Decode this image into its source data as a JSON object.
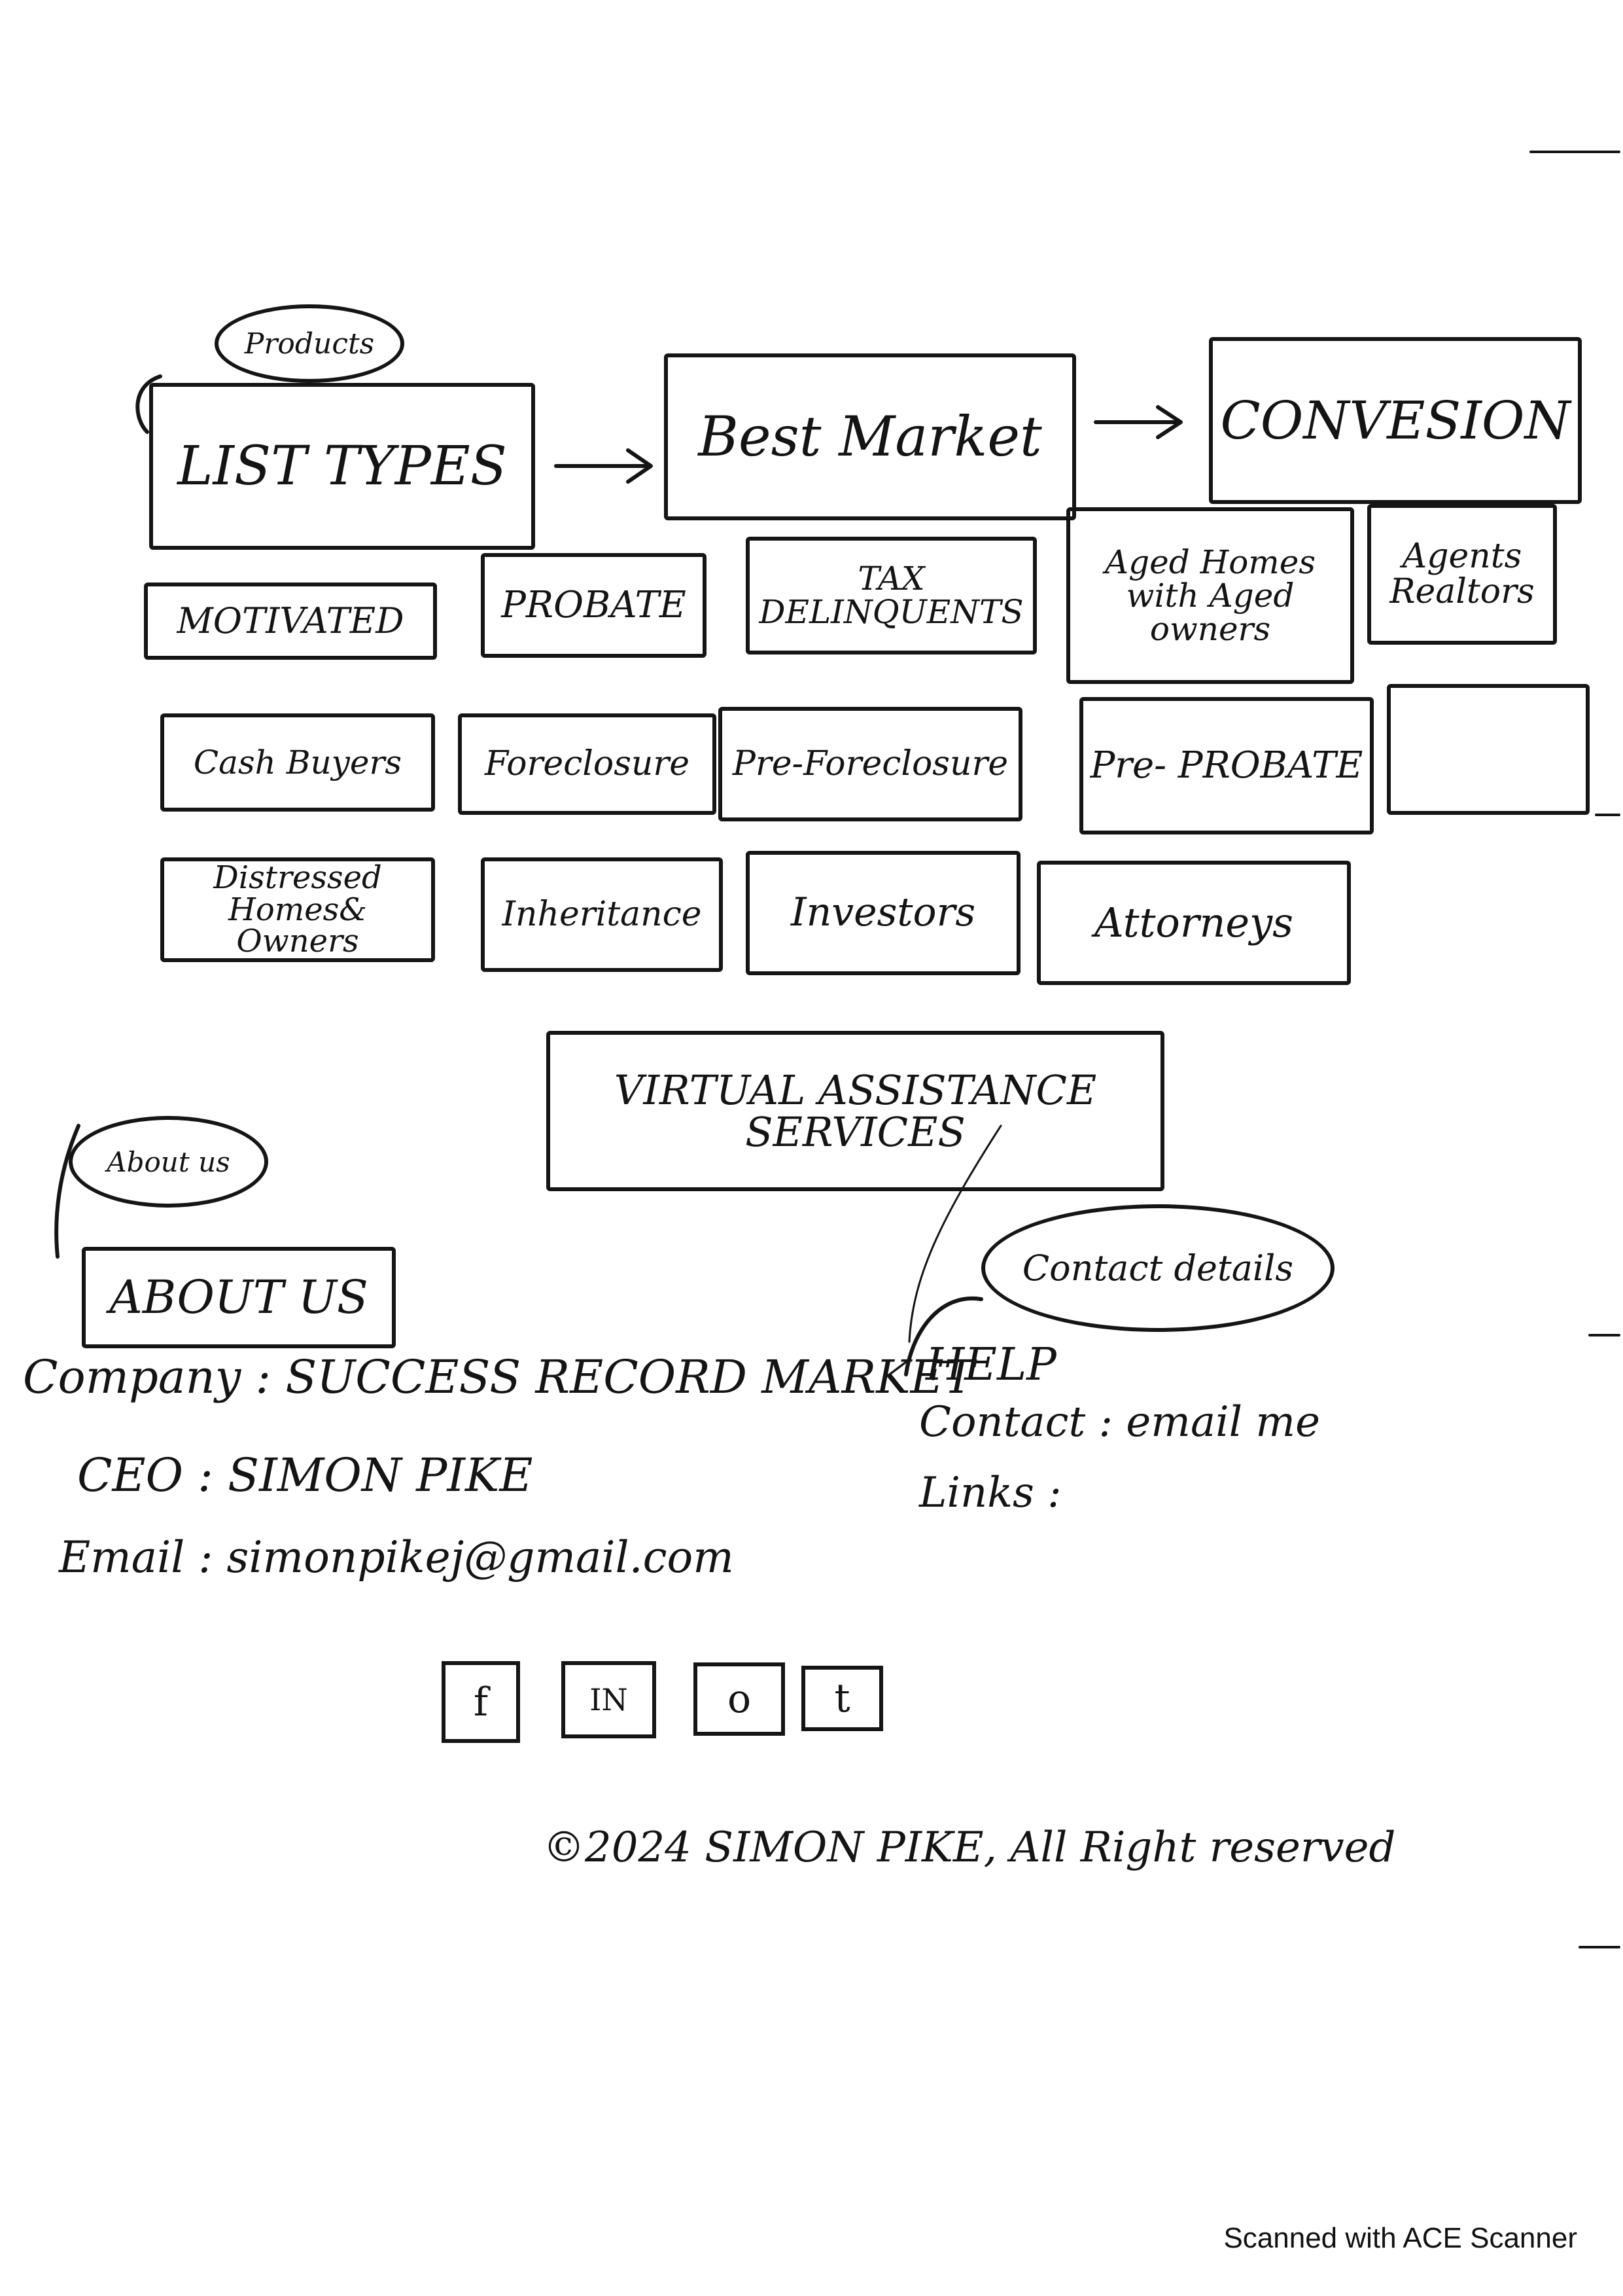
{
  "products_label": "Products",
  "flow": {
    "list_types": "LIST TYPES",
    "best_market": "Best Market",
    "conversion": "CONVESION"
  },
  "list_types": [
    "MOTIVATED",
    "PROBATE",
    "TAX DELINQUENTS",
    "Aged Homes with Aged owners",
    "Agents Realtors",
    "Cash Buyers",
    "Foreclosure",
    "Pre-Foreclosure",
    "Pre- PROBATE",
    "",
    "Distressed Homes& Owners",
    "Inheritance",
    "Investors",
    "Attorneys"
  ],
  "virtual_assistance": "VIRTUAL ASSISTANCE SERVICES",
  "about": {
    "tag": "About us",
    "heading": "ABOUT US",
    "company": "Company : SUCCESS RECORD MARKET",
    "ceo": "CEO : SIMON PIKE",
    "email": "Email : simonpikej@gmail.com"
  },
  "contact": {
    "tag": "Contact details",
    "help": "HELP",
    "contact_line": "Contact : email me",
    "links": "Links :"
  },
  "social": {
    "facebook": "f",
    "linkedin": "IN",
    "instagram": "o",
    "tumblr": "t"
  },
  "footer": "©2024 SIMON PIKE, All Right reserved",
  "scanner_note": "Scanned with ACE Scanner"
}
